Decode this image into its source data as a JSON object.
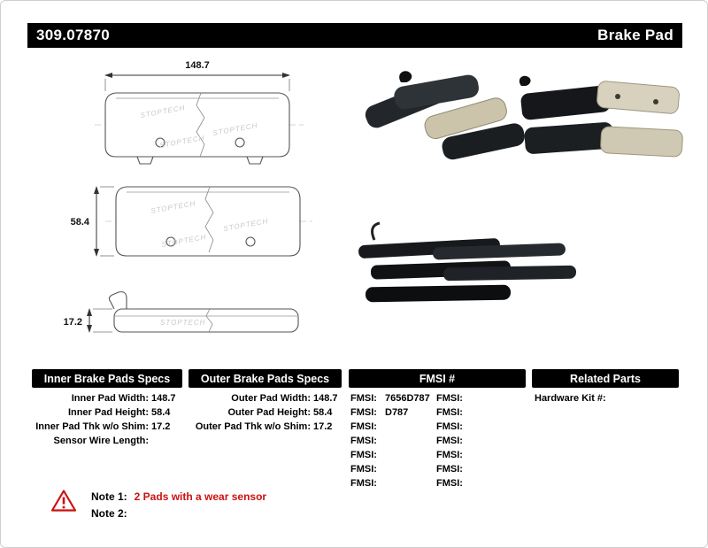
{
  "header": {
    "part_number": "309.07870",
    "product_name": "Brake Pad"
  },
  "drawing": {
    "width_dim": "148.7",
    "height_dim": "58.4",
    "thickness_dim": "17.2",
    "watermark": "STOPTECH"
  },
  "specs": {
    "inner": {
      "title": "Inner Brake Pads Specs",
      "rows": [
        {
          "label": "Inner Pad Width:",
          "value": "148.7"
        },
        {
          "label": "Inner Pad Height:",
          "value": "58.4"
        },
        {
          "label": "Inner Pad Thk w/o Shim:",
          "value": "17.2"
        },
        {
          "label": "Sensor Wire Length:",
          "value": ""
        }
      ]
    },
    "outer": {
      "title": "Outer Brake Pads Specs",
      "rows": [
        {
          "label": "Outer Pad Width:",
          "value": "148.7"
        },
        {
          "label": "Outer Pad Height:",
          "value": "58.4"
        },
        {
          "label": "Outer Pad Thk w/o Shim:",
          "value": "17.2"
        }
      ]
    },
    "fmsi": {
      "title": "FMSI #",
      "left_rows": [
        {
          "label": "FMSI:",
          "value": "7656D787"
        },
        {
          "label": "FMSI:",
          "value": "D787"
        },
        {
          "label": "FMSI:",
          "value": ""
        },
        {
          "label": "FMSI:",
          "value": ""
        },
        {
          "label": "FMSI:",
          "value": ""
        },
        {
          "label": "FMSI:",
          "value": ""
        },
        {
          "label": "FMSI:",
          "value": ""
        }
      ],
      "right_rows": [
        {
          "label": "FMSI:",
          "value": ""
        },
        {
          "label": "FMSI:",
          "value": ""
        },
        {
          "label": "FMSI:",
          "value": ""
        },
        {
          "label": "FMSI:",
          "value": ""
        },
        {
          "label": "FMSI:",
          "value": ""
        },
        {
          "label": "FMSI:",
          "value": ""
        },
        {
          "label": "FMSI:",
          "value": ""
        }
      ]
    },
    "related": {
      "title": "Related Parts",
      "rows": [
        {
          "label": "Hardware Kit #:",
          "value": ""
        }
      ]
    }
  },
  "notes": {
    "note1_label": "Note 1:",
    "note1_text": "2 Pads with a wear sensor",
    "note2_label": "Note 2:",
    "note2_text": ""
  },
  "colors": {
    "bar_bg": "#000000",
    "bar_text": "#ffffff",
    "accent_red": "#cc1111"
  }
}
